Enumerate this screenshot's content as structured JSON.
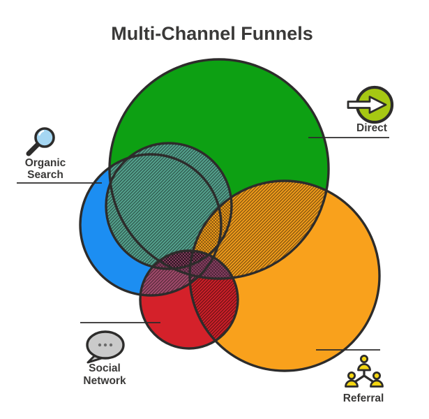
{
  "title": "Multi-Channel Funnels",
  "labels": {
    "direct": "Direct",
    "organic_line1": "Organic",
    "organic_line2": "Search",
    "social_line1": "Social",
    "social_line2": "Network",
    "referral": "Referral"
  },
  "colors": {
    "background": "#ffffff",
    "outline": "#2D2C2B",
    "text": "#3A3938",
    "green_direct": "#0DA013",
    "blue_organic": "#1C8EF2",
    "orange_referral": "#F9A11C",
    "red_social": "#D4212A",
    "teal_overlap": "#58A893",
    "maroon_overlap": "#A74E70",
    "purple_overlap": "#8E4367",
    "direct_icon_circle": "#A6C813",
    "direct_icon_arrow": "#FFFFFF",
    "search_icon_lens": "#A5D6F2",
    "social_icon_bubble": "#CACACA",
    "social_icon_dots": "#6B6B6B",
    "referral_icon_people": "#F5D712"
  },
  "diagram": {
    "type": "venn",
    "sets": [
      {
        "label": "Direct",
        "color": "#0DA013",
        "position": "top"
      },
      {
        "label": "Organic Search",
        "color": "#1C8EF2",
        "position": "left"
      },
      {
        "label": "Referral",
        "color": "#F9A11C",
        "position": "bottom-right"
      },
      {
        "label": "Social Network",
        "color": "#D4212A",
        "position": "bottom-left"
      },
      {
        "label": "",
        "color": "#58A893",
        "position": "center-overlap-circle"
      }
    ],
    "overlap_styles": [
      {
        "region": "center overlap over green/blue",
        "fill": "#58A893",
        "pattern": "diagonal-hatch"
      },
      {
        "region": "green + orange",
        "fill": "#F9A11C",
        "pattern": "diagonal-hatch"
      },
      {
        "region": "center overlap + orange",
        "fill": "#F9A11C",
        "pattern": "checker"
      },
      {
        "region": "red + blue",
        "fill": "#A74E70",
        "pattern": "diagonal-hatch"
      },
      {
        "region": "red + orange",
        "fill": "#D4212A",
        "pattern": "diagonal-hatch"
      },
      {
        "region": "red + center overlap / green",
        "fill": "#8E4367",
        "pattern": "checker"
      }
    ]
  }
}
